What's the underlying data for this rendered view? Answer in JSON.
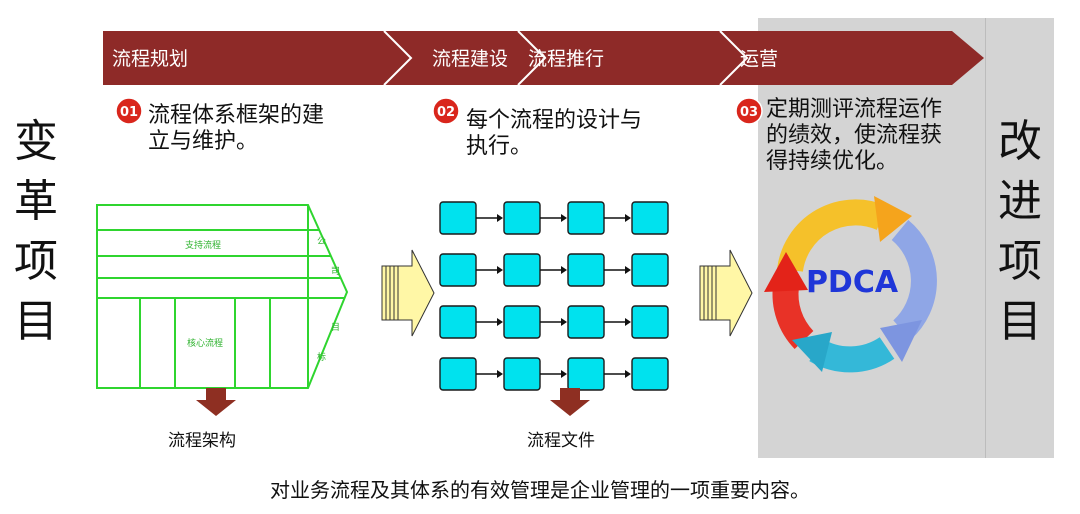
{
  "left_label": [
    "变",
    "革",
    "项",
    "目"
  ],
  "right_label": [
    "改",
    "进",
    "项",
    "目"
  ],
  "arrow_steps": [
    {
      "label": "流程规划"
    },
    {
      "label": "流程建设"
    },
    {
      "label": "流程推行"
    },
    {
      "label": "运营"
    }
  ],
  "steps": [
    {
      "badge": "01",
      "line1": "流程体系框架的建",
      "line2": "立与维护。"
    },
    {
      "badge": "02",
      "line1": "每个流程的设计与",
      "line2": "执行。"
    },
    {
      "badge": "03",
      "line1": "定期测评流程运作",
      "line2": "的绩效，使流程获",
      "line3": "得持续优化。"
    }
  ],
  "framework": {
    "support_label": "支持流程",
    "core_label": "核心流程",
    "goal_chars": [
      "公",
      "司",
      "目",
      "标"
    ]
  },
  "captions": {
    "architecture": "流程架构",
    "documents": "流程文件"
  },
  "pdca_label": "PDCA",
  "footer": "对业务流程及其体系的有效管理是企业管理的一项重要内容。",
  "colors": {
    "banner": "#8e2a28",
    "badge": "#d9261c",
    "framework_green": "#2fd52f",
    "process_box": "#00e2ee",
    "down_arrow": "#8e2f22",
    "panel_gray": "#d4d4d4",
    "pdca_text": "#1f36d8"
  },
  "process_grid": {
    "rows": 4,
    "cols": 4
  }
}
